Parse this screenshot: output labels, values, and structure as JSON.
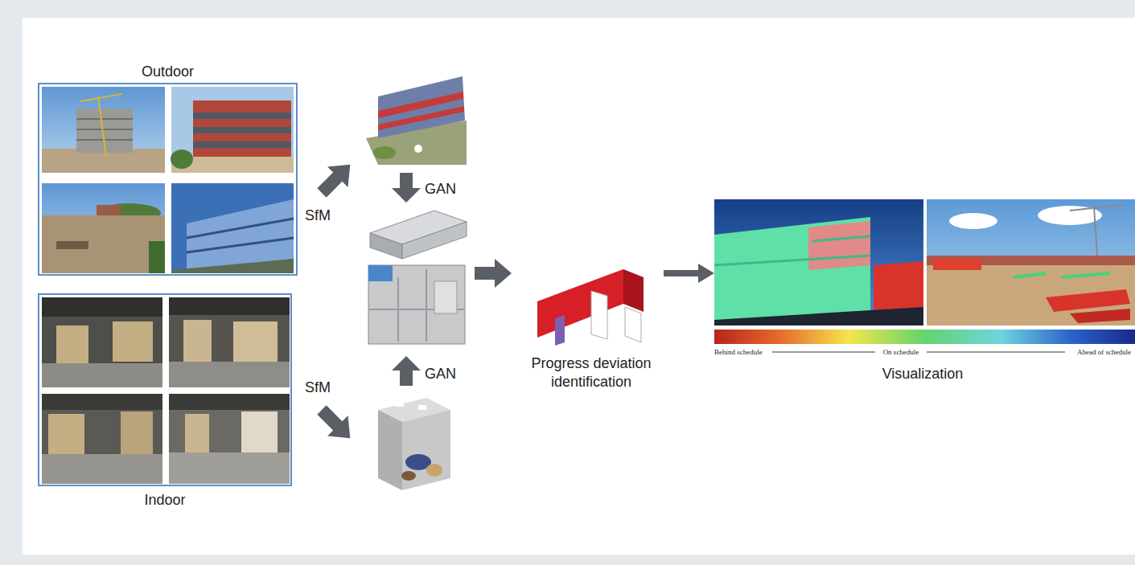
{
  "diagram": {
    "nodes": [
      {
        "text": [
          "Outdoor"
        ]
      },
      {
        "text": [
          "Indoor"
        ]
      },
      {
        "text": [
          "Progress deviation identification"
        ]
      },
      {
        "text": [
          "Visualization"
        ]
      }
    ],
    "edges": [
      {
        "from": 2,
        "to": 3,
        "arrow": "to"
      }
    ],
    "labels": [
      "SfM",
      "GAN",
      "GAN",
      "SfM",
      "Behind schedule",
      "On schedule",
      "Ahead of schedule"
    ]
  }
}
